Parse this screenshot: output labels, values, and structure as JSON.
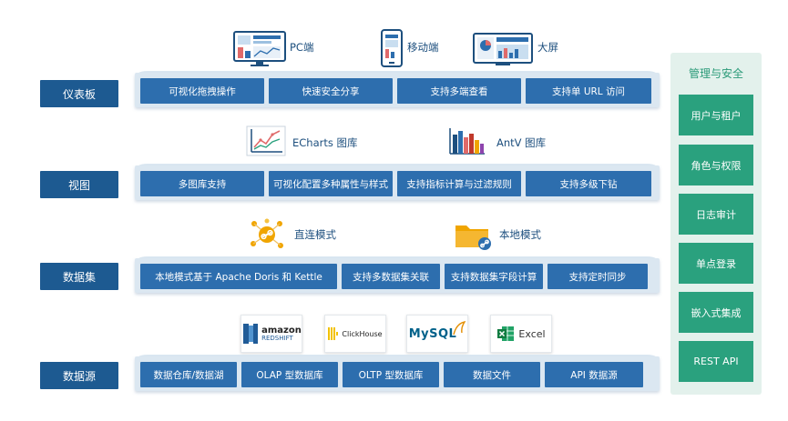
{
  "labels": [
    "仪表板",
    "视图",
    "数据集",
    "数据源"
  ],
  "dashboard": {
    "icons": [
      "PC端",
      "移动端",
      "大屏"
    ],
    "items": [
      "可视化拖拽操作",
      "快速安全分享",
      "支持多端查看",
      "支持单 URL 访问"
    ]
  },
  "view": {
    "icons": [
      "ECharts 图库",
      "AntV 图库"
    ],
    "items": [
      "多图库支持",
      "可视化配置多种属性与样式",
      "支持指标计算与过滤规则",
      "支持多级下钻"
    ]
  },
  "dataset": {
    "icons": [
      "直连模式",
      "本地模式"
    ],
    "items": [
      "本地模式基于 Apache Doris 和 Kettle",
      "支持多数据集关联",
      "支持数据集字段计算",
      "支持定时同步"
    ]
  },
  "datasource": {
    "logos": {
      "redshift_top": "amazon",
      "redshift_bottom": "REDSHIFT",
      "clickhouse": "ClickHouse",
      "mysql": "MySQL",
      "excel": "Excel"
    },
    "items": [
      "数据仓库/数据湖",
      "OLAP 型数据库",
      "OLTP 型数据库",
      "数据文件",
      "API 数据源"
    ]
  },
  "side_panel": {
    "title": "管理与安全",
    "items": [
      "用户与租户",
      "角色与权限",
      "日志审计",
      "单点登录",
      "嵌入式集成",
      "REST API"
    ]
  },
  "colors": {
    "label_bg": "#1d5a91",
    "cap_bg": "#2d6eae",
    "layer_bg": "#dbe7f1",
    "panel_bg": "#e3f1ec",
    "panel_btn": "#2aa17e"
  }
}
